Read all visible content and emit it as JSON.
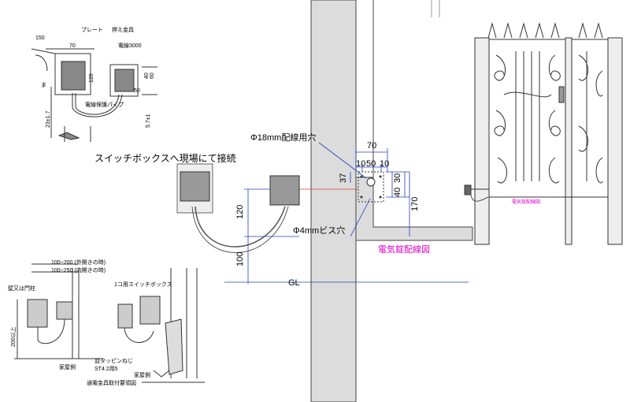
{
  "labels": {
    "switch_box_note": "スイッチボックスへ現場にて接続",
    "wiring_hole": "Φ18mm配線用穴",
    "screw_hole": "Φ4mmビス穴",
    "lock_wiring_diagram": "電気錠配線図",
    "gate_caption": "電気錠配線図",
    "ground_line": "GL"
  },
  "dimensions": {
    "plate_width": "70",
    "plate_sub_left": "10",
    "plate_sub_mid": "50",
    "plate_sub_right": "10",
    "hole_from_top": "37",
    "right_30": "30",
    "right_40": "40",
    "height_170": "170",
    "height_120": "120",
    "height_100": "100"
  },
  "detail_top": {
    "d150": "150",
    "d70": "70",
    "plate": "プレート",
    "hold_bracket": "押え金具",
    "cable": "電線3000",
    "d40": "40",
    "d60": "60",
    "d50": "50",
    "d120": "120",
    "conduit": "電線保護パイプ",
    "d23": "23±1.7",
    "d57": "5.7±1",
    "mark": "ま"
  },
  "detail_bottom": {
    "dist1": "100~200 (外開きの時)",
    "dist2": "100~250 (内開きの時)",
    "wall_or_post": "壁又は門柱",
    "switch_box": "1コ用スイッチボックス",
    "min_height": "200以上",
    "house_side": "家屋側",
    "house_side2": "家屋側",
    "tap_screw": "皿タッピンねじ",
    "st_spec": "ST4.2用5",
    "fitting_note": "通電金具取付要領図"
  }
}
